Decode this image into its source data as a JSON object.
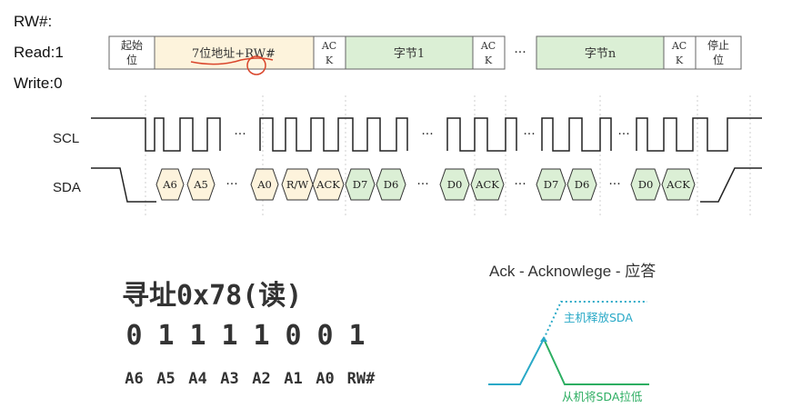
{
  "rw_legend": {
    "title": "RW#:",
    "read": "Read:1",
    "write": "Write:0"
  },
  "frame": {
    "start": "起始位",
    "start_l1": "起始",
    "start_l2": "位",
    "address": "7位地址+RW#",
    "ack": "ACK",
    "ack_l1": "AC",
    "ack_l2": "K",
    "byte1": "字节1",
    "ellipsis": "···",
    "byten": "字节n",
    "stop": "停止位",
    "stop_l1": "停止",
    "stop_l2": "位"
  },
  "signals": {
    "scl": "SCL",
    "sda": "SDA",
    "cells": [
      "A6",
      "A5",
      "A0",
      "R/W",
      "ACK",
      "D7",
      "D6",
      "D0",
      "ACK",
      "D7",
      "D6",
      "D0",
      "ACK"
    ]
  },
  "example": {
    "title": "寻址0x78(读)",
    "bits": [
      "0",
      "1",
      "1",
      "1",
      "1",
      "0",
      "0",
      "1"
    ],
    "bit_names": [
      "A6",
      "A5",
      "A4",
      "A3",
      "A2",
      "A1",
      "A0",
      "RW#"
    ]
  },
  "ack_diagram": {
    "title": "Ack - Acknowlege - 应答",
    "master_release": "主机释放SDA",
    "slave_pull_low": "从机将SDA拉低",
    "colors": {
      "master": "#29a9c7",
      "slave": "#2dae62"
    }
  }
}
